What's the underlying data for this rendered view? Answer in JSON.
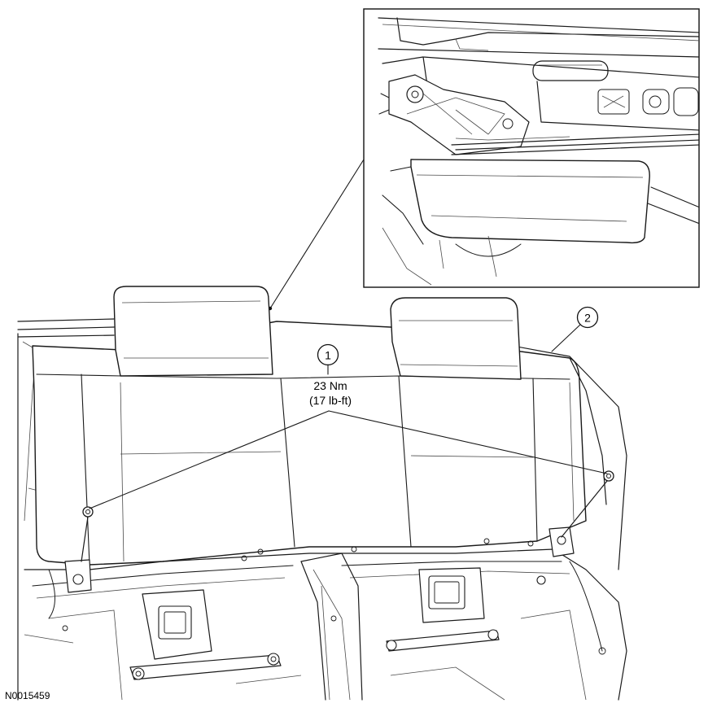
{
  "figure_id": "N0015459",
  "callouts": [
    {
      "number": "1",
      "torque_metric": "23 Nm",
      "torque_imperial": "(17 lb-ft)"
    },
    {
      "number": "2"
    }
  ]
}
